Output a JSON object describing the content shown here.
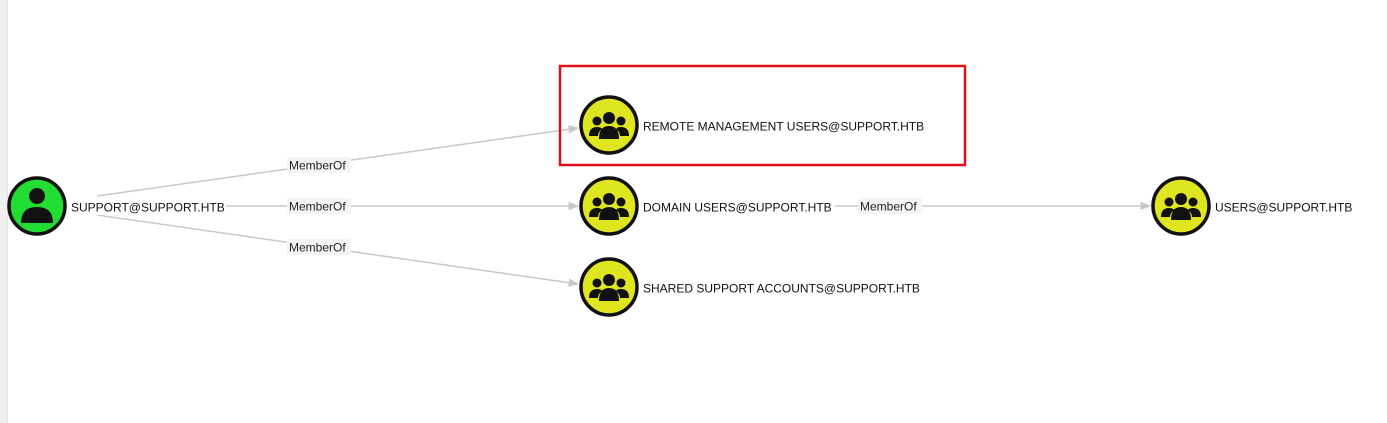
{
  "nodes": [
    {
      "id": "support",
      "label": "SUPPORT@SUPPORT.HTB",
      "kind": "user",
      "icon": "user-icon"
    },
    {
      "id": "rmu",
      "label": "REMOTE MANAGEMENT USERS@SUPPORT.HTB",
      "kind": "group",
      "icon": "group-icon"
    },
    {
      "id": "du",
      "label": "DOMAIN USERS@SUPPORT.HTB",
      "kind": "group",
      "icon": "group-icon"
    },
    {
      "id": "ssa",
      "label": "SHARED SUPPORT ACCOUNTS@SUPPORT.HTB",
      "kind": "group",
      "icon": "group-icon"
    },
    {
      "id": "users",
      "label": "USERS@SUPPORT.HTB",
      "kind": "group",
      "icon": "group-icon"
    }
  ],
  "edges": [
    {
      "from": "support",
      "to": "rmu",
      "label": "MemberOf"
    },
    {
      "from": "support",
      "to": "du",
      "label": "MemberOf"
    },
    {
      "from": "support",
      "to": "ssa",
      "label": "MemberOf"
    },
    {
      "from": "du",
      "to": "users",
      "label": "MemberOf"
    }
  ],
  "colors": {
    "user_node": "#22dd33",
    "group_node": "#dfe620",
    "edge": "#c8c8c8",
    "highlight": "#e0101a"
  },
  "highlighted_node": "rmu"
}
